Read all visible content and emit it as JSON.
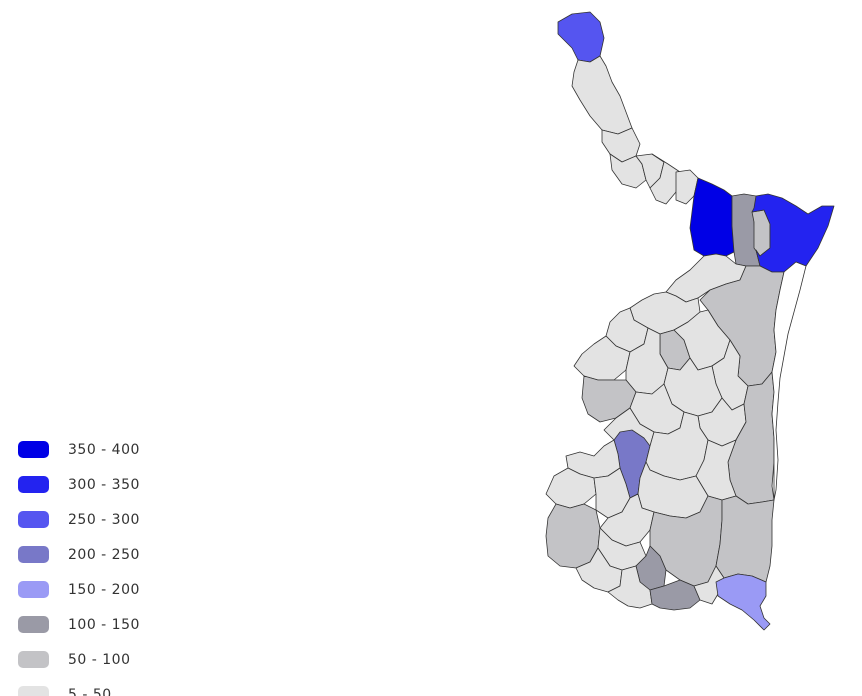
{
  "legend": [
    {
      "label": "350 - 400",
      "color": "#0000e6"
    },
    {
      "label": "300 - 350",
      "color": "#2323f0"
    },
    {
      "label": "250 - 300",
      "color": "#5555f0"
    },
    {
      "label": "200 - 250",
      "color": "#7878c8"
    },
    {
      "label": "150 - 200",
      "color": "#9a9af5"
    },
    {
      "label": "100 - 150",
      "color": "#9a9aa6"
    },
    {
      "label": "50 - 100",
      "color": "#c3c3c6"
    },
    {
      "label": "5 - 50",
      "color": "#e3e3e3"
    }
  ],
  "map": {
    "ocean_color": "#ffffff"
  }
}
